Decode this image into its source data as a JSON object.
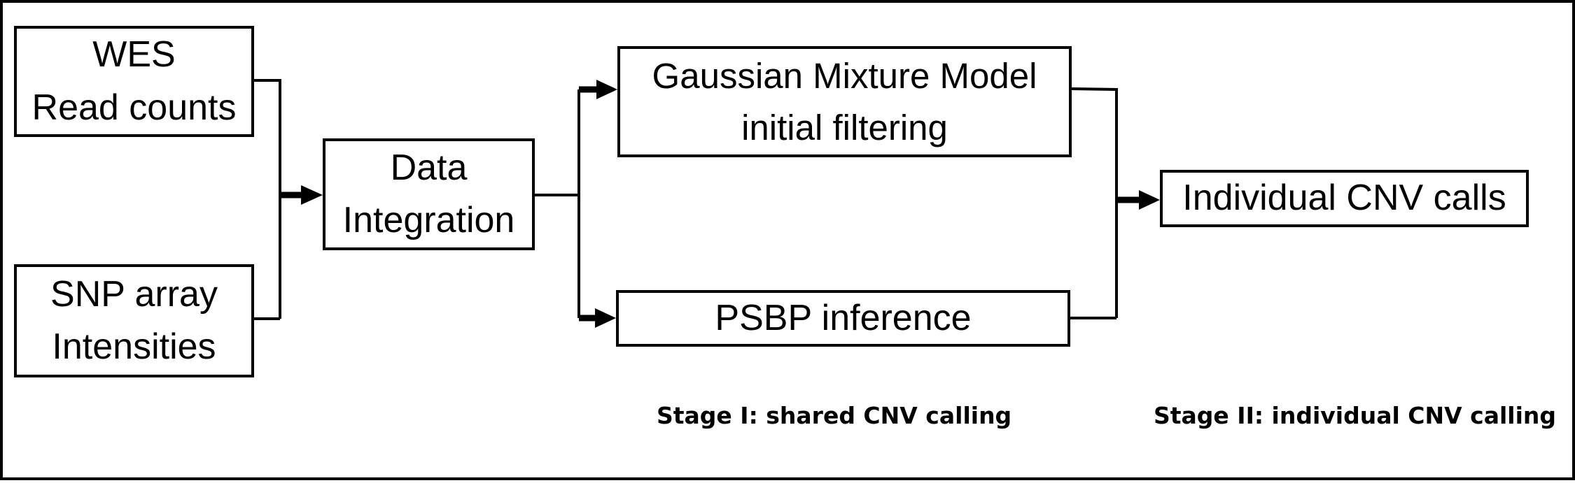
{
  "nodes": {
    "wes": {
      "line1": "WES",
      "line2": "Read counts"
    },
    "snp": {
      "line1": "SNP array",
      "line2": "Intensities"
    },
    "integration": {
      "line1": "Data",
      "line2": "Integration"
    },
    "gmm": {
      "line1": "Gaussian Mixture Model",
      "line2": "initial filtering"
    },
    "psbp": {
      "line1": "PSBP inference"
    },
    "individual": {
      "line1": "Individual CNV calls"
    }
  },
  "stages": {
    "stage1": "Stage I: shared CNV calling",
    "stage2": "Stage II: individual CNV calling"
  }
}
